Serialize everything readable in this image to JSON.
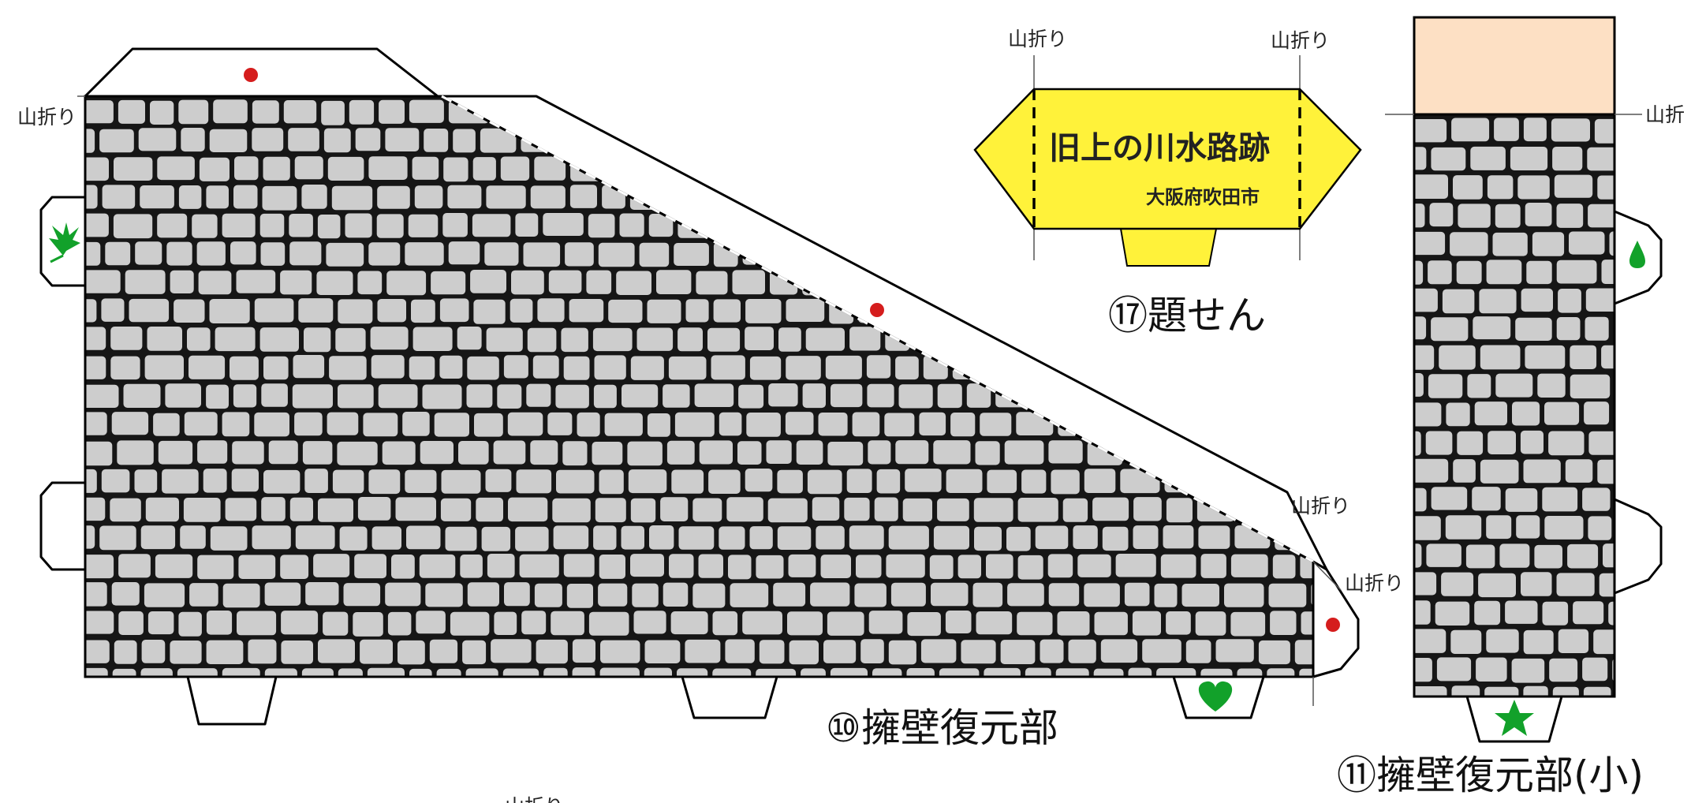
{
  "labels": {
    "fold": "山折り",
    "fold_cut": "山折",
    "part10": "⑩擁壁復元部",
    "part11": "⑪擁壁復元部(小)",
    "part17": "⑰題せん",
    "bottom_fragment": "山折り"
  },
  "sign": {
    "title": "旧上の川水路跡",
    "subtitle": "大阪府吹田市"
  },
  "markers": {
    "dot": "red-dot-icon",
    "leaf": "leaf-icon",
    "heart": "heart-icon",
    "drop": "drop-icon",
    "star": "star-icon"
  },
  "colors": {
    "stone": "#cdcdcd",
    "mortar": "#161616",
    "sign_fill": "#fff23a",
    "cap_fill": "#fde0c4",
    "marker_red": "#d51d1d",
    "marker_green": "#12a12a"
  }
}
